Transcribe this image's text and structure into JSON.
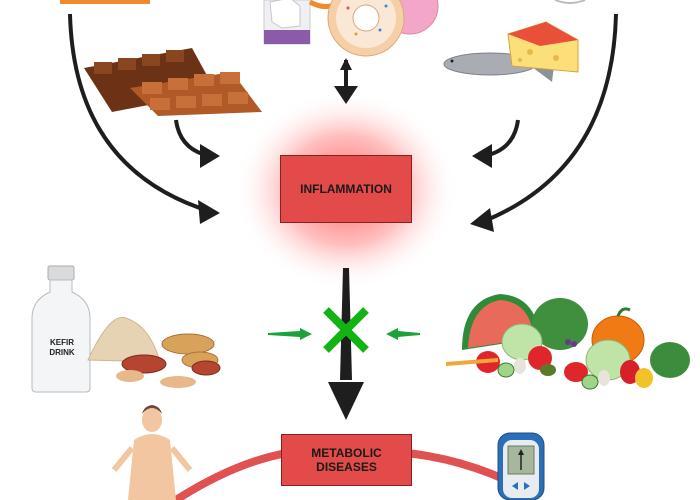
{
  "title": "Diet, inflammation and metabolic diseases",
  "nodes": {
    "inflammation": "INFLAMMATION",
    "metabolic_diseases_line1": "METABOLIC",
    "metabolic_diseases_line2": "DISEASES"
  },
  "kefir": {
    "line1": "KEFIR",
    "line2": "DRINK"
  },
  "pro_inflammatory_foods": [
    "fast food (cropped)",
    "sugar",
    "donuts",
    "chocolate bars",
    "fish",
    "cheese",
    "milk (cropped)"
  ],
  "anti_inflammatory_foods": [
    "kefir drink",
    "oats",
    "peanuts",
    "watermelon",
    "cabbage",
    "leafy greens",
    "pumpkin",
    "tomato",
    "cucumber",
    "garlic",
    "peppers",
    "avocado",
    "carrots",
    "grapes"
  ],
  "outcomes": [
    "obesity",
    "diabetes (glucose meter)"
  ],
  "colors": {
    "box_fill": "#e34b4b",
    "box_border": "#8a1f1f",
    "arrow": "#1e1e1e",
    "block_x": "#12b312",
    "green_arrow": "#1aa33a",
    "arc": "#e05252",
    "glow": "#ff4a4a"
  }
}
